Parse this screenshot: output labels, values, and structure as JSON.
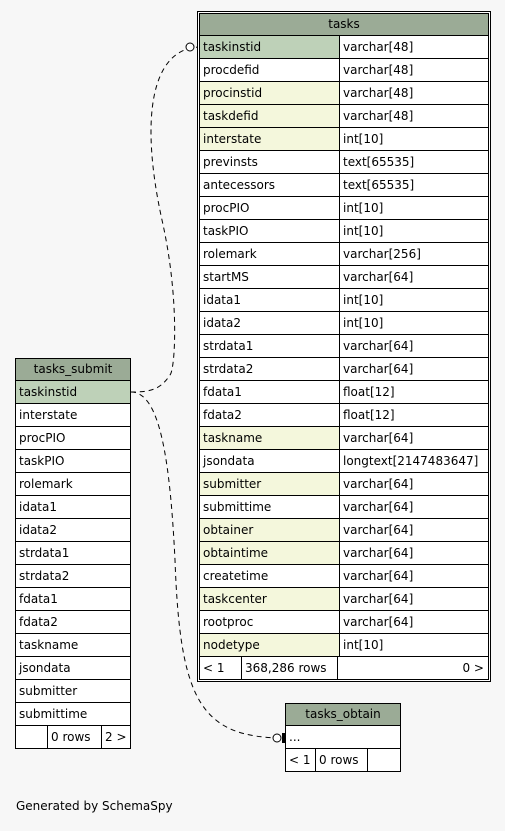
{
  "tasks": {
    "name": "tasks",
    "columns": [
      {
        "name": "taskinstid",
        "type": "varchar[48]",
        "style": "pk"
      },
      {
        "name": "procdefid",
        "type": "varchar[48]",
        "style": ""
      },
      {
        "name": "procinstid",
        "type": "varchar[48]",
        "style": "idx"
      },
      {
        "name": "taskdefid",
        "type": "varchar[48]",
        "style": "idx"
      },
      {
        "name": "interstate",
        "type": "int[10]",
        "style": "idx"
      },
      {
        "name": "previnsts",
        "type": "text[65535]",
        "style": ""
      },
      {
        "name": "antecessors",
        "type": "text[65535]",
        "style": ""
      },
      {
        "name": "procPIO",
        "type": "int[10]",
        "style": ""
      },
      {
        "name": "taskPIO",
        "type": "int[10]",
        "style": ""
      },
      {
        "name": "rolemark",
        "type": "varchar[256]",
        "style": ""
      },
      {
        "name": "startMS",
        "type": "varchar[64]",
        "style": ""
      },
      {
        "name": "idata1",
        "type": "int[10]",
        "style": ""
      },
      {
        "name": "idata2",
        "type": "int[10]",
        "style": ""
      },
      {
        "name": "strdata1",
        "type": "varchar[64]",
        "style": ""
      },
      {
        "name": "strdata2",
        "type": "varchar[64]",
        "style": ""
      },
      {
        "name": "fdata1",
        "type": "float[12]",
        "style": ""
      },
      {
        "name": "fdata2",
        "type": "float[12]",
        "style": ""
      },
      {
        "name": "taskname",
        "type": "varchar[64]",
        "style": "idx"
      },
      {
        "name": "jsondata",
        "type": "longtext[2147483647]",
        "style": ""
      },
      {
        "name": "submitter",
        "type": "varchar[64]",
        "style": "idx"
      },
      {
        "name": "submittime",
        "type": "varchar[64]",
        "style": ""
      },
      {
        "name": "obtainer",
        "type": "varchar[64]",
        "style": "idx"
      },
      {
        "name": "obtaintime",
        "type": "varchar[64]",
        "style": "idx"
      },
      {
        "name": "createtime",
        "type": "varchar[64]",
        "style": ""
      },
      {
        "name": "taskcenter",
        "type": "varchar[64]",
        "style": "idx"
      },
      {
        "name": "rootproc",
        "type": "varchar[64]",
        "style": ""
      },
      {
        "name": "nodetype",
        "type": "int[10]",
        "style": "idx"
      }
    ],
    "footer": {
      "parents": "< 1",
      "rows": "368,286 rows",
      "children": "0 >"
    }
  },
  "tasks_submit": {
    "name": "tasks_submit",
    "columns": [
      {
        "name": "taskinstid",
        "style": "pk"
      },
      {
        "name": "interstate",
        "style": ""
      },
      {
        "name": "procPIO",
        "style": ""
      },
      {
        "name": "taskPIO",
        "style": ""
      },
      {
        "name": "rolemark",
        "style": ""
      },
      {
        "name": "idata1",
        "style": ""
      },
      {
        "name": "idata2",
        "style": ""
      },
      {
        "name": "strdata1",
        "style": ""
      },
      {
        "name": "strdata2",
        "style": ""
      },
      {
        "name": "fdata1",
        "style": ""
      },
      {
        "name": "fdata2",
        "style": ""
      },
      {
        "name": "taskname",
        "style": ""
      },
      {
        "name": "jsondata",
        "style": ""
      },
      {
        "name": "submitter",
        "style": ""
      },
      {
        "name": "submittime",
        "style": ""
      }
    ],
    "footer": {
      "parents": "",
      "rows": "0 rows",
      "children": "2 >"
    }
  },
  "tasks_obtain": {
    "name": "tasks_obtain",
    "columns": [
      {
        "name": "...",
        "style": ""
      }
    ],
    "footer": {
      "parents": "< 1",
      "rows": "0 rows",
      "children": ""
    }
  },
  "generated_by": "Generated by SchemaSpy",
  "colors": {
    "header": "#9bab96",
    "primary_key": "#bed1b8",
    "indexed": "#f4f7dc",
    "background": "#f7f7f7"
  }
}
